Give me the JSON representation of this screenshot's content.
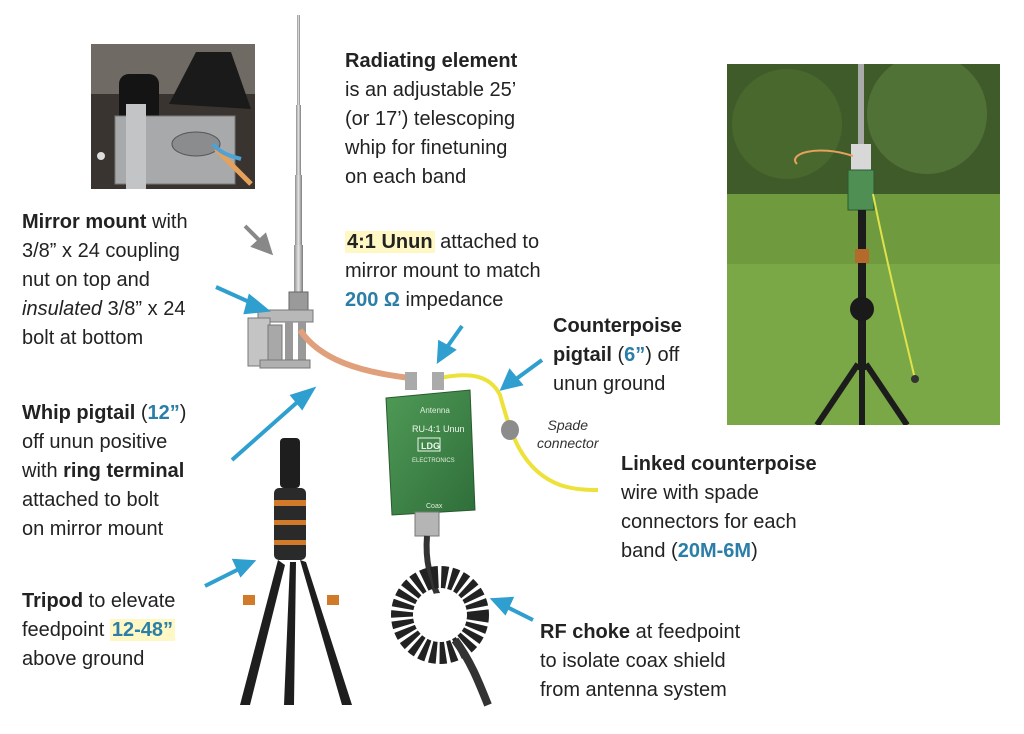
{
  "labels": {
    "radiating": {
      "bold": "Radiating element",
      "lines": [
        "is an adjustable 25’",
        "(or 17’) telescoping",
        "whip for finetuning",
        "on each band"
      ]
    },
    "mirror_mount": {
      "bold": "Mirror mount",
      "rest1": " with",
      "line2": "3/8” x 24 coupling",
      "line3": "nut on top and",
      "italic": "insulated",
      "line4_rest": " 3/8” x 24",
      "line5": "bolt at bottom"
    },
    "unun": {
      "bold": "4:1 Unun",
      "rest1": " attached to",
      "line2": "mirror mount to match",
      "accent": "200 Ω",
      "line3_rest": " impedance"
    },
    "counterpoise_pigtail": {
      "bold1": "Counterpoise",
      "bold2": "pigtail",
      "paren_open": " (",
      "accent": "6”",
      "paren_close": ") off",
      "line3": "unun ground"
    },
    "whip_pigtail": {
      "bold": "Whip pigtail",
      "paren_open": " (",
      "accent": "12”",
      "paren_close": ")",
      "line2": "off unun positive",
      "line3_pre": "with ",
      "bold2": "ring terminal",
      "line4": "attached to bolt",
      "line5": "on mirror mount"
    },
    "spade": {
      "line1": "Spade",
      "line2": "connector"
    },
    "linked": {
      "bold": "Linked counterpoise",
      "line2": "wire with spade",
      "line3": "connectors for each",
      "line4_pre": "band (",
      "accent": "20M-6M",
      "line4_post": ")"
    },
    "tripod": {
      "bold": "Tripod",
      "rest1": " to elevate",
      "line2_pre": "feedpoint ",
      "accent": "12-48”",
      "line3": "above ground"
    },
    "rf_choke": {
      "bold": "RF choke",
      "rest1": " at feedpoint",
      "line2": "to isolate coax shield",
      "line3": "from antenna system"
    }
  },
  "unun_box": {
    "top_text": "Antenna",
    "model": "RU-4:1 Unun",
    "brand": "LDG",
    "brand_sub": "ELECTRONICS",
    "bottom_text": "Coax"
  },
  "colors": {
    "accent": "#2b7ea8",
    "arrow": "#2f9fd0",
    "highlight": "#fff8c4",
    "unun_green": "#3f8a4a",
    "counterpoise_yellow": "#ece23a",
    "pigtail_copper": "#e0a07c"
  }
}
